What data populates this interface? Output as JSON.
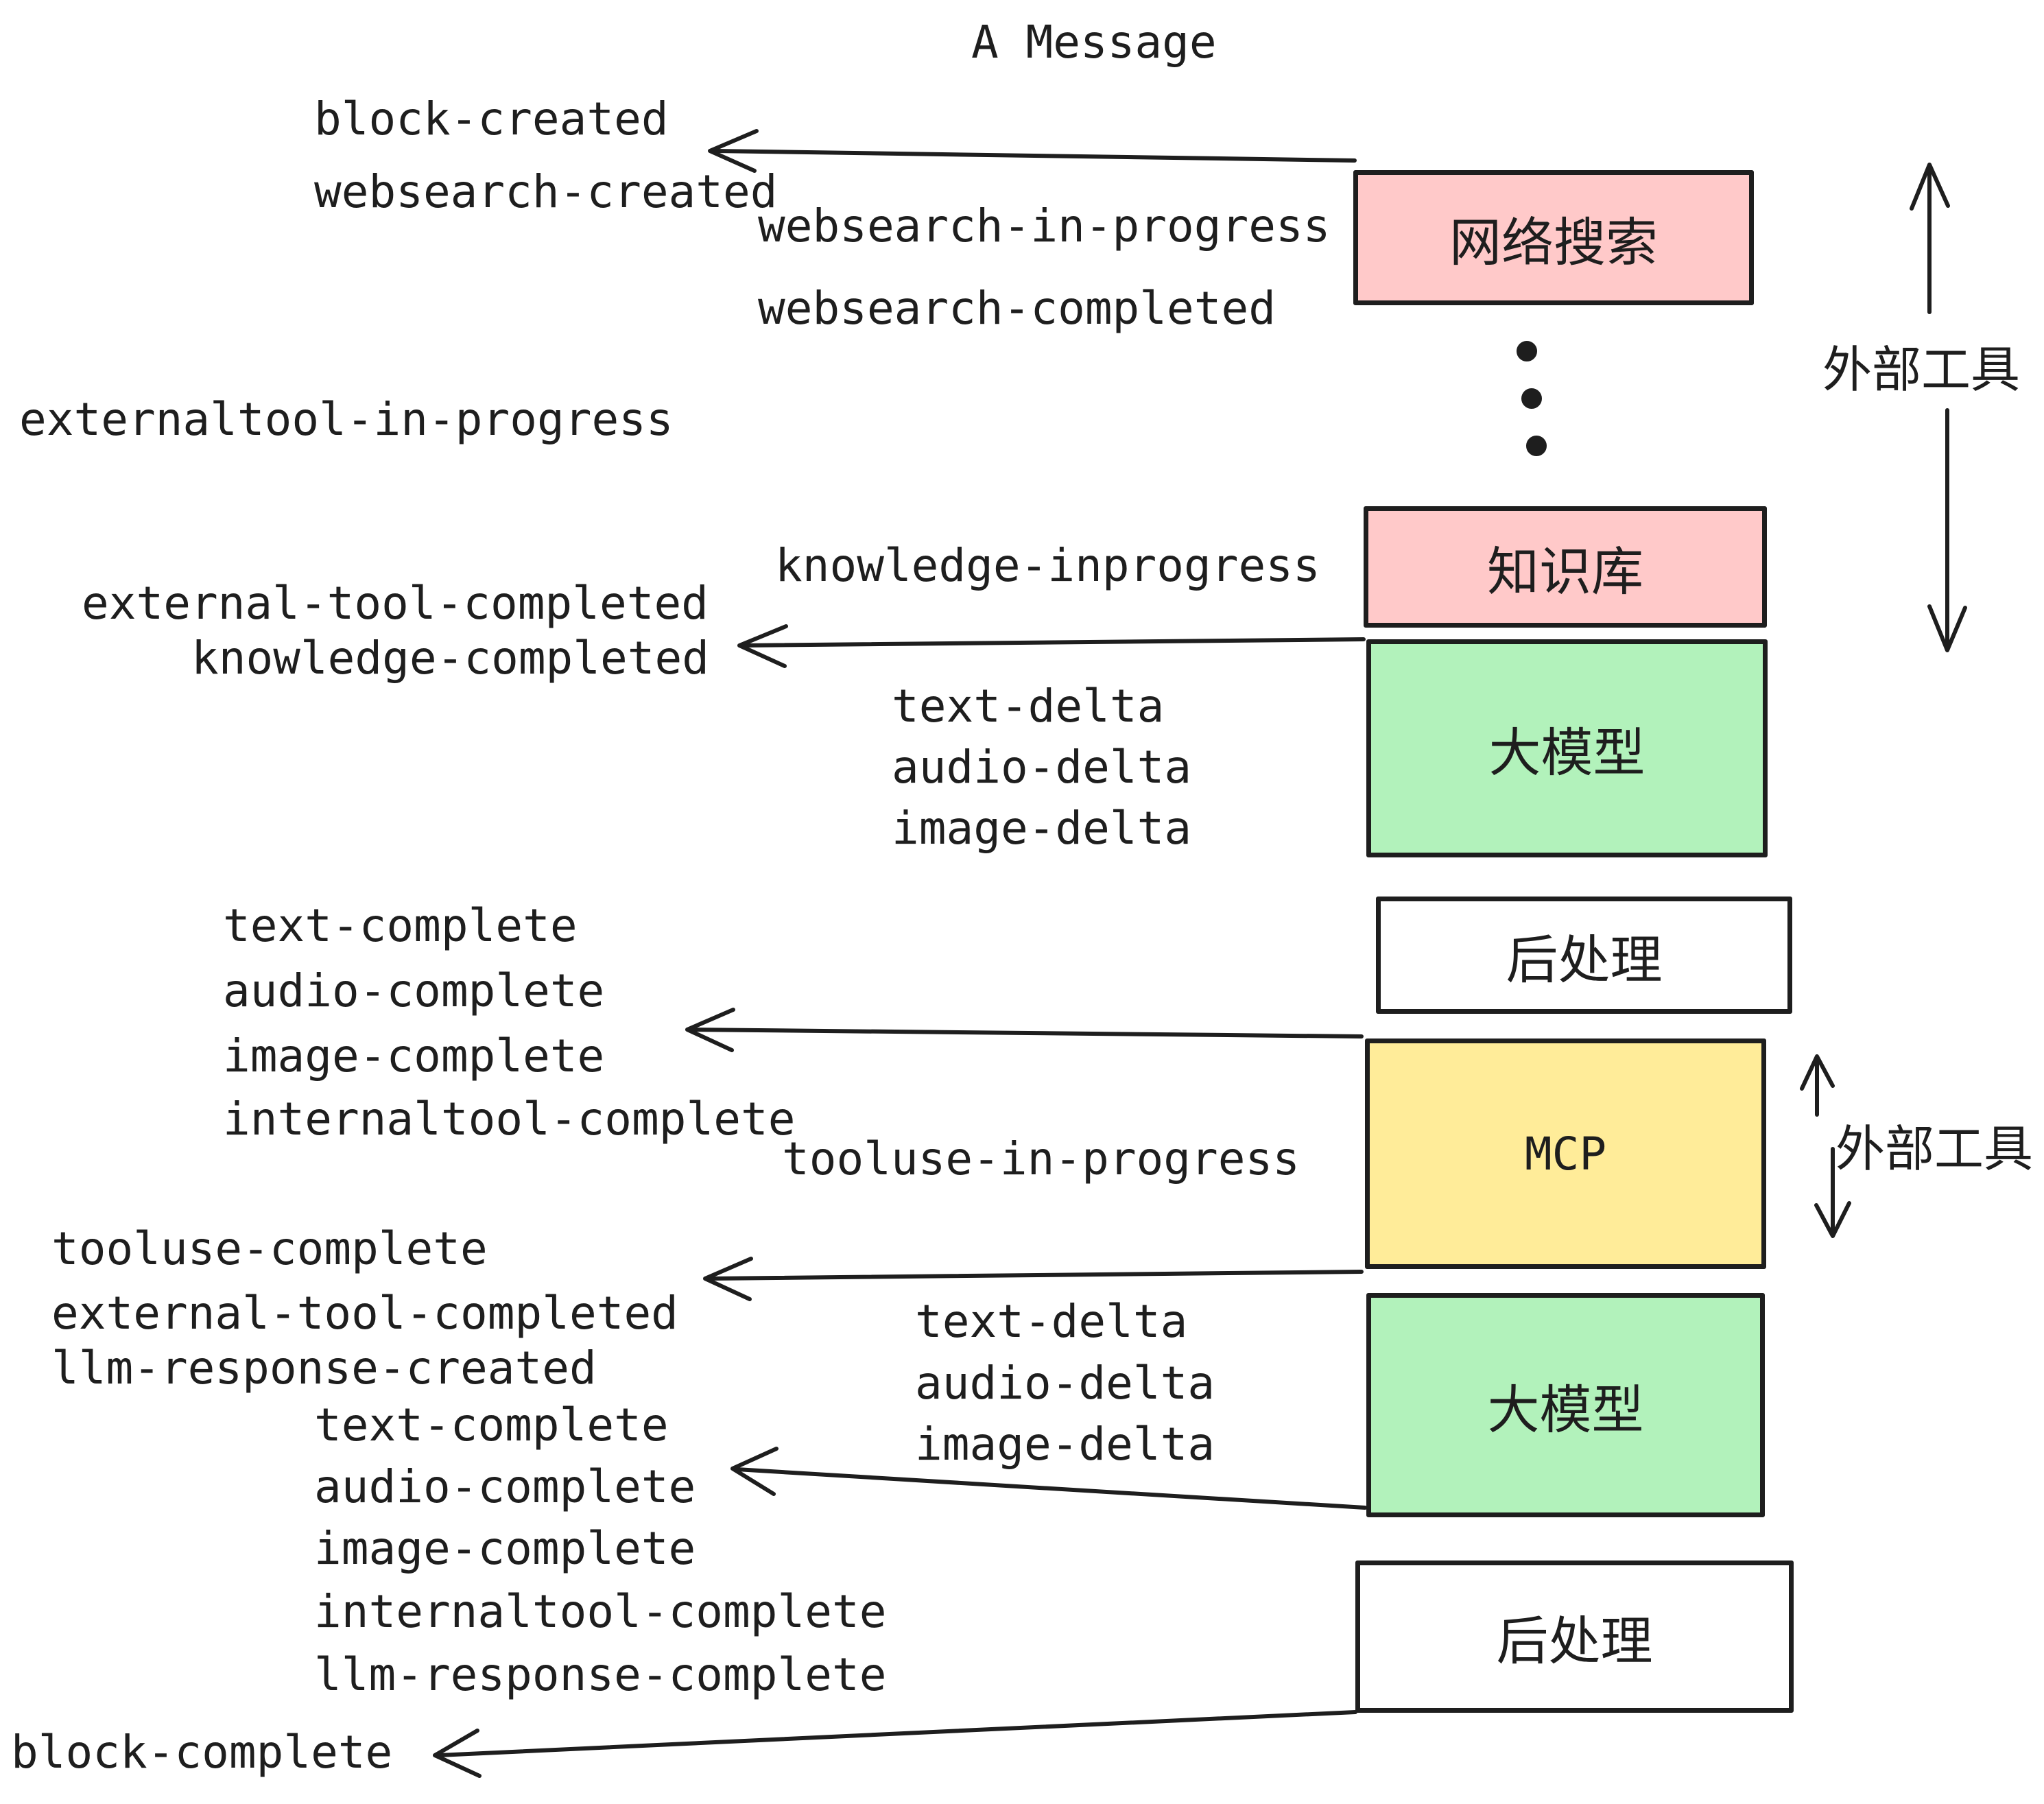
{
  "title": "A Message",
  "colors": {
    "pink": "#ffc9c9",
    "green": "#b2f2bb",
    "yellow": "#ffec99",
    "white": "#ffffff",
    "ink": "#1e1e1e"
  },
  "boxes": [
    {
      "id": "websearch",
      "label": "网络搜索"
    },
    {
      "id": "knowledge",
      "label": "知识库"
    },
    {
      "id": "llm-1",
      "label": "大模型"
    },
    {
      "id": "post-1",
      "label": "后处理"
    },
    {
      "id": "mcp",
      "label": "MCP"
    },
    {
      "id": "llm-2",
      "label": "大模型"
    },
    {
      "id": "post-2",
      "label": "后处理"
    }
  ],
  "annotations": {
    "external_tools": "外部工具"
  },
  "events": {
    "block_created": "block-created",
    "websearch_created": "websearch-created",
    "websearch_in_progress": "websearch-in-progress",
    "websearch_completed": "websearch-completed",
    "externaltool_in_progress": "externaltool-in-progress",
    "external_tool_completed": "external-tool-completed",
    "knowledge_inprogress": "knowledge-inprogress",
    "knowledge_completed": "knowledge-completed",
    "text_delta": "text-delta",
    "audio_delta": "audio-delta",
    "image_delta": "image-delta",
    "text_complete": "text-complete",
    "audio_complete": "audio-complete",
    "image_complete": "image-complete",
    "internaltool_complete": "internaltool-complete",
    "tooluse_in_progress": "tooluse-in-progress",
    "tooluse_complete": "tooluse-complete",
    "llm_response_created": "llm-response-created",
    "llm_response_complete": "llm-response-complete",
    "block_complete": "block-complete"
  }
}
